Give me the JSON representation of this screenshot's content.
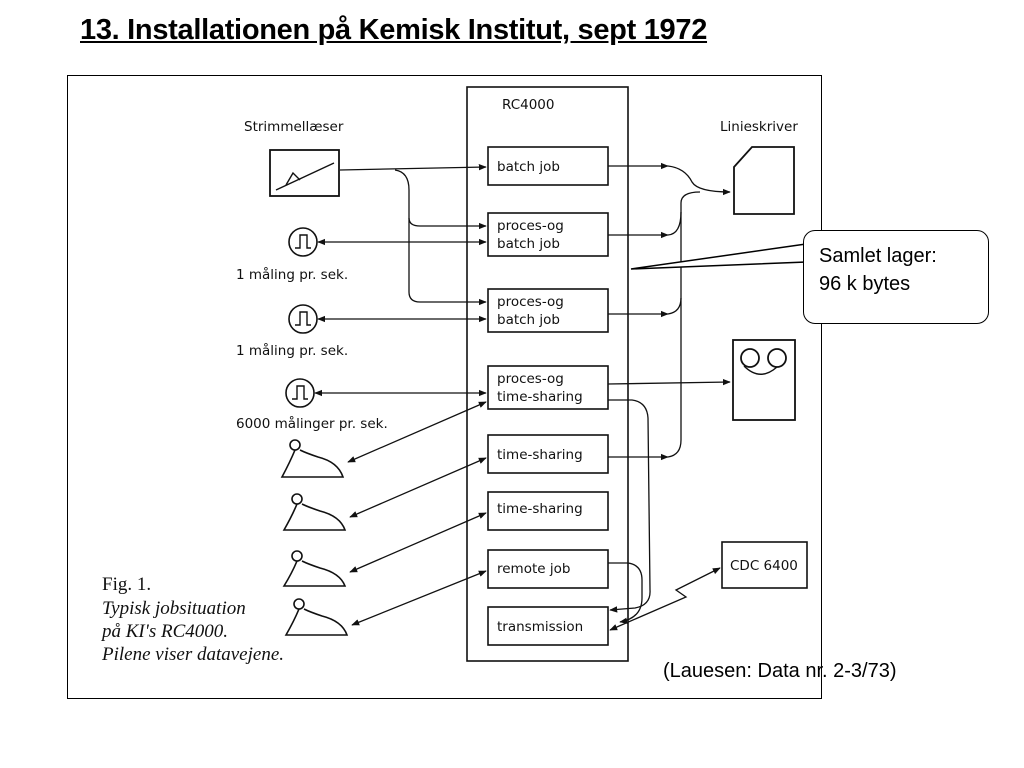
{
  "title": "13. Installationen på Kemisk Institut, sept 1972",
  "diagram": {
    "rc_label": "RC4000",
    "strimmel_label": "Strimmellæser",
    "linie_label": "Linieskriver",
    "cdc_label": "CDC 6400",
    "jobs": [
      {
        "line1": "batch  job",
        "line2": ""
      },
      {
        "line1": "proces-og",
        "line2": "batch job"
      },
      {
        "line1": "proces-og",
        "line2": "batch job"
      },
      {
        "line1": "proces-og",
        "line2": "time-sharing"
      },
      {
        "line1": "time-sharing",
        "line2": ""
      },
      {
        "line1": "time-sharing",
        "line2": ""
      },
      {
        "line1": "remote job",
        "line2": ""
      },
      {
        "line1": "transmission",
        "line2": ""
      }
    ],
    "meas1": "1 måling pr. sek.",
    "meas2": "1 måling pr. sek.",
    "meas3": "6000  målinger pr. sek.",
    "fig_label": "Fig. 1.",
    "fig_caption": [
      "Typisk jobsituation",
      "på KI's RC4000.",
      "Pilene viser datavejene."
    ]
  },
  "callout": {
    "line1": "Samlet lager:",
    "line2": "96 k bytes"
  },
  "source": "(Lauesen: Data nr. 2-3/73)"
}
